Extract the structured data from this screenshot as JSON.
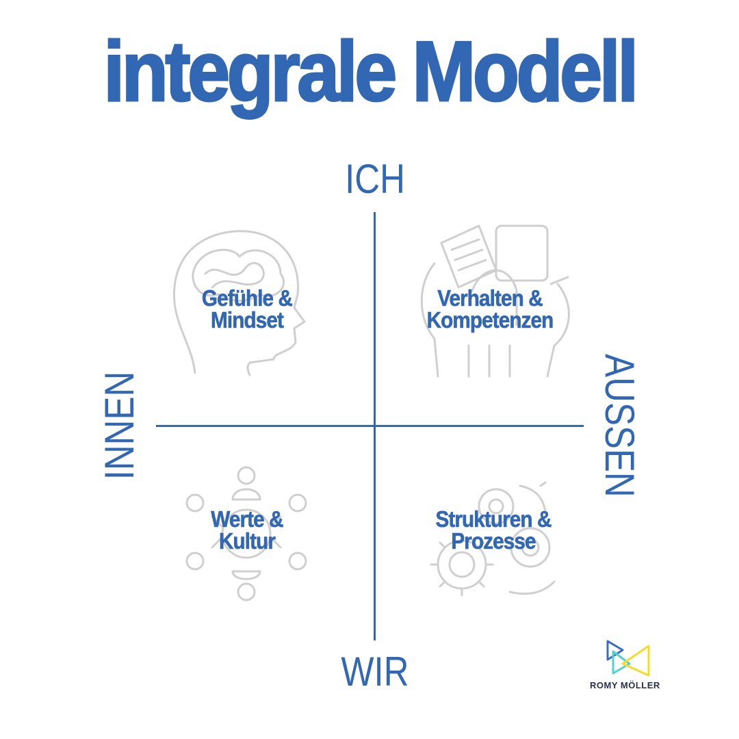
{
  "title": "integrale Modell",
  "axes": {
    "top": "ICH",
    "bottom": "WIR",
    "left": "INNEN",
    "right": "AUSSEN"
  },
  "quadrants": [
    {
      "line1": "Gefühle &",
      "line2": "Mindset",
      "icon": "head-brain-icon"
    },
    {
      "line1": "Verhalten &",
      "line2": "Kompetenzen",
      "icon": "documents-hands-icon"
    },
    {
      "line1": "Werte &",
      "line2": "Kultur",
      "icon": "people-circle-icon"
    },
    {
      "line1": "Strukturen &",
      "line2": "Prozesse",
      "icon": "gears-icon"
    }
  ],
  "logo": {
    "text": "ROMY MÖLLER"
  },
  "colors": {
    "primary": "#3267b3",
    "icon": "#cfcfcf",
    "logo_blue": "#3a6cc0",
    "logo_teal": "#4fd3cc",
    "logo_yellow": "#f5dc2a"
  }
}
